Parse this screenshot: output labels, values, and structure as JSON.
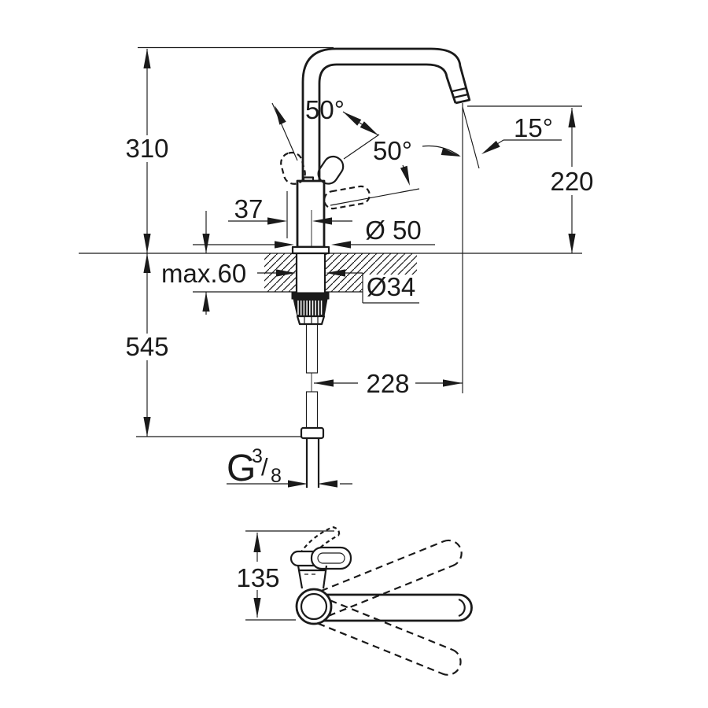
{
  "meta": {
    "type": "technical-dimension-drawing",
    "subject": "single-lever kitchen sink mixer tap, front view and top view",
    "line_color": "#1a1a1a",
    "background": "#ffffff"
  },
  "front": {
    "dim_310": "310",
    "dim_545": "545",
    "dim_max60": "max.60",
    "dim_37": "37",
    "dim_d50": "Ø 50",
    "dim_d34": "Ø34",
    "dim_228": "228",
    "dim_220": "220",
    "dim_15deg": "15°",
    "dim_50deg_a": "50°",
    "dim_50deg_b": "50°",
    "thread": {
      "g": "G",
      "num": "3",
      "slash": "/",
      "den": "8"
    }
  },
  "top": {
    "dim_135": "135"
  }
}
